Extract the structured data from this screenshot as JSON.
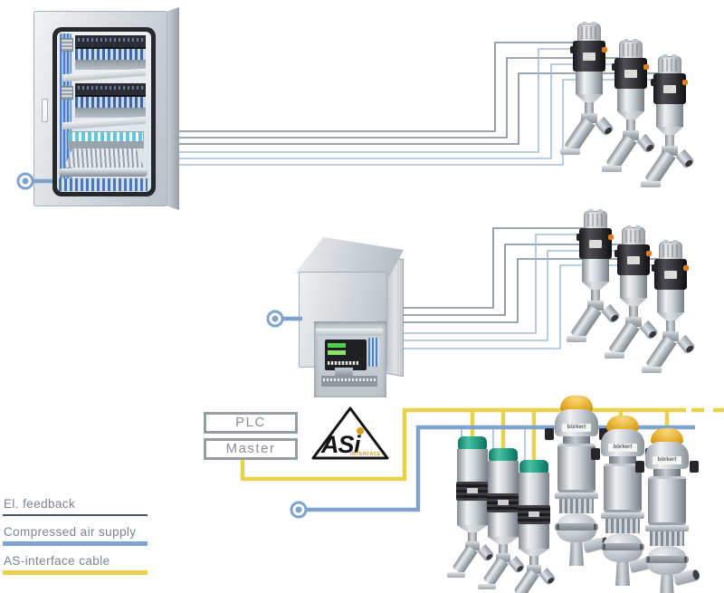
{
  "legend": {
    "items": [
      {
        "label": "El. feedback"
      },
      {
        "label": "Compressed air supply"
      },
      {
        "label": "AS-interface cable"
      }
    ]
  },
  "controller": {
    "plc_label": "PLC",
    "master_label": "Master"
  },
  "asi_logo": {
    "main": "AS",
    "i": "i",
    "sub": "INTERFACE"
  },
  "valves": {
    "brand_label": "bürkert"
  },
  "colors": {
    "feedback-gray": "#7b8894",
    "feedback-dark": "#49545e",
    "air-blue-light": "#a5bedb",
    "air-blue": "#7fa3cc",
    "asi-yellow": "#e9d24b",
    "orange-fitting": "#e07b1f",
    "teal-cap": "#2aa88b",
    "asi-gold": "#d99f1e",
    "box-border": "#979da3",
    "box-text": "#8a9095",
    "legend-text": "#7b848b"
  }
}
